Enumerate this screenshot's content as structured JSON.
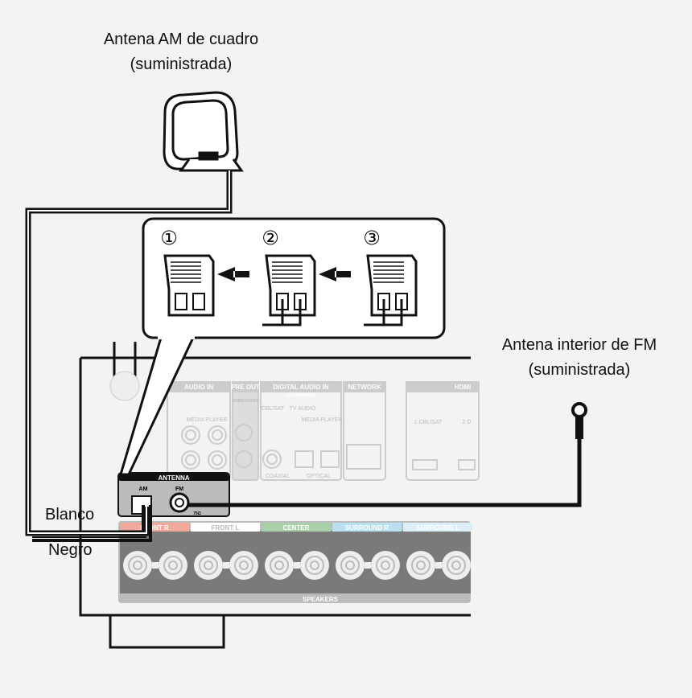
{
  "am_antenna": {
    "title": "Antena AM de cuadro",
    "subtitle": "(suministrada)"
  },
  "fm_antenna": {
    "title": "Antena interior de FM",
    "subtitle": "(suministrada)"
  },
  "wires": {
    "white": "Blanco",
    "black": "Negro"
  },
  "steps": [
    "①",
    "②",
    "③"
  ],
  "panel": {
    "antenna": "ANTENNA",
    "am": "AM",
    "fm": "FM",
    "ohm": "75Ω",
    "audio_in": "AUDIO IN",
    "assignable": "(ASSIGNABLE)",
    "pre_out": "PRE OUT",
    "subwoofer": "SUBWOOFER",
    "digital_audio": "DIGITAL AUDIO IN",
    "network": "NETWORK",
    "hdmi": "HDMI",
    "cbl_sat": "CBL/SAT",
    "media_player": "MEDIA PLAYER",
    "tv_audio": "TV AUDIO",
    "coaxial": "COAXIAL",
    "optical": "OPTICAL",
    "hdmi_1": "1  CBL/SAT",
    "hdmi_2": "2  D",
    "n1": "1",
    "n2": "2",
    "speakers": "SPEAKERS",
    "speaker_channels": [
      "FRONT R",
      "FRONT L",
      "CENTER",
      "SURROUND R",
      "SURROUND L"
    ]
  },
  "colors": {
    "front_r": "#f0a89a",
    "front_l": "#ffffff",
    "center": "#a8d0a8",
    "surround_r": "#b8e0f0",
    "surround_l": "#dceff7"
  }
}
